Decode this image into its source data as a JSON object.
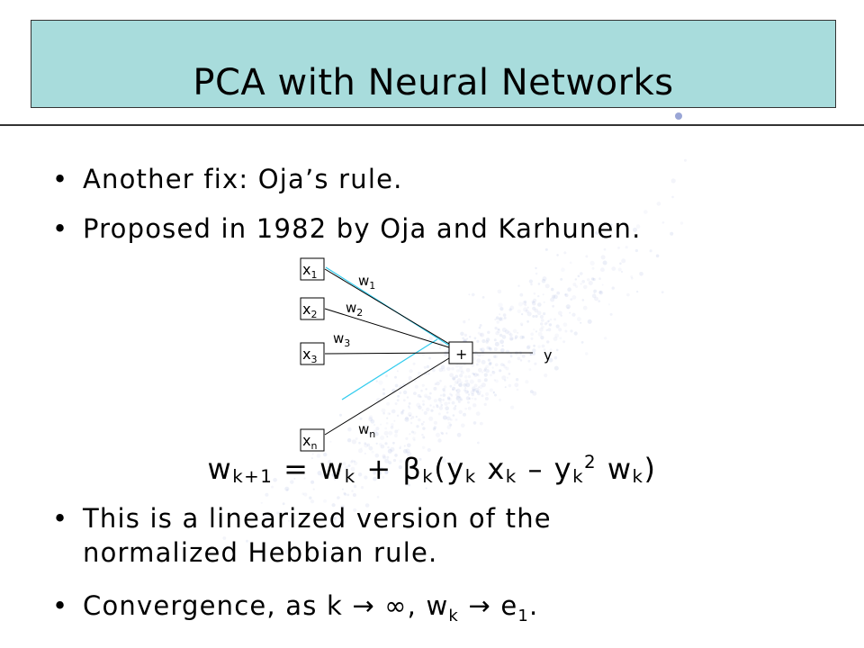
{
  "slide": {
    "title": "PCA with Neural Networks",
    "colors": {
      "title_bg": "#a8dcdc",
      "scatter": "#8f9fd6",
      "fit_line": "#33ccee"
    }
  },
  "bullets_top": [
    {
      "marker": "•",
      "text": "Another fix: Oja’s rule."
    },
    {
      "marker": "•",
      "text": "Proposed in 1982 by Oja and Karhunen."
    }
  ],
  "diagram": {
    "inputs": [
      {
        "base": "x",
        "sub": "1"
      },
      {
        "base": "x",
        "sub": "2"
      },
      {
        "base": "x",
        "sub": "3"
      },
      {
        "base": "x",
        "sub": "n"
      }
    ],
    "weights": [
      {
        "base": "w",
        "sub": "1"
      },
      {
        "base": "w",
        "sub": "2"
      },
      {
        "base": "w",
        "sub": "3"
      },
      {
        "base": "w",
        "sub": "n"
      }
    ],
    "sum_symbol": "+",
    "output": "y"
  },
  "formula": {
    "lhs_w": "w",
    "lhs_sub": "k+1",
    "eq": " = ",
    "w1": "w",
    "w1_sub": "k",
    "plus": " + ",
    "beta": "β",
    "beta_sub": "k",
    "open": "(",
    "y1": "y",
    "y1_sub": "k",
    "x1": " x",
    "x1_sub": "k",
    "minus": " – ",
    "y2": "y",
    "y2_sub": "k",
    "y2_sup": "2",
    "w2": " w",
    "w2_sub": "k",
    "close": ")"
  },
  "bullets_bottom": [
    {
      "marker": "•",
      "line1": "This is a linearized version of the",
      "line2": "normalized Hebbian rule."
    }
  ],
  "convergence": {
    "marker": "•",
    "prefix": "Convergence, as k ",
    "arrow1": "→",
    "infinity": " ∞",
    "mid": ", w",
    "w_sub": "k",
    "arrow2": " → ",
    "e": "e",
    "e_sub": "1",
    "end": "."
  }
}
